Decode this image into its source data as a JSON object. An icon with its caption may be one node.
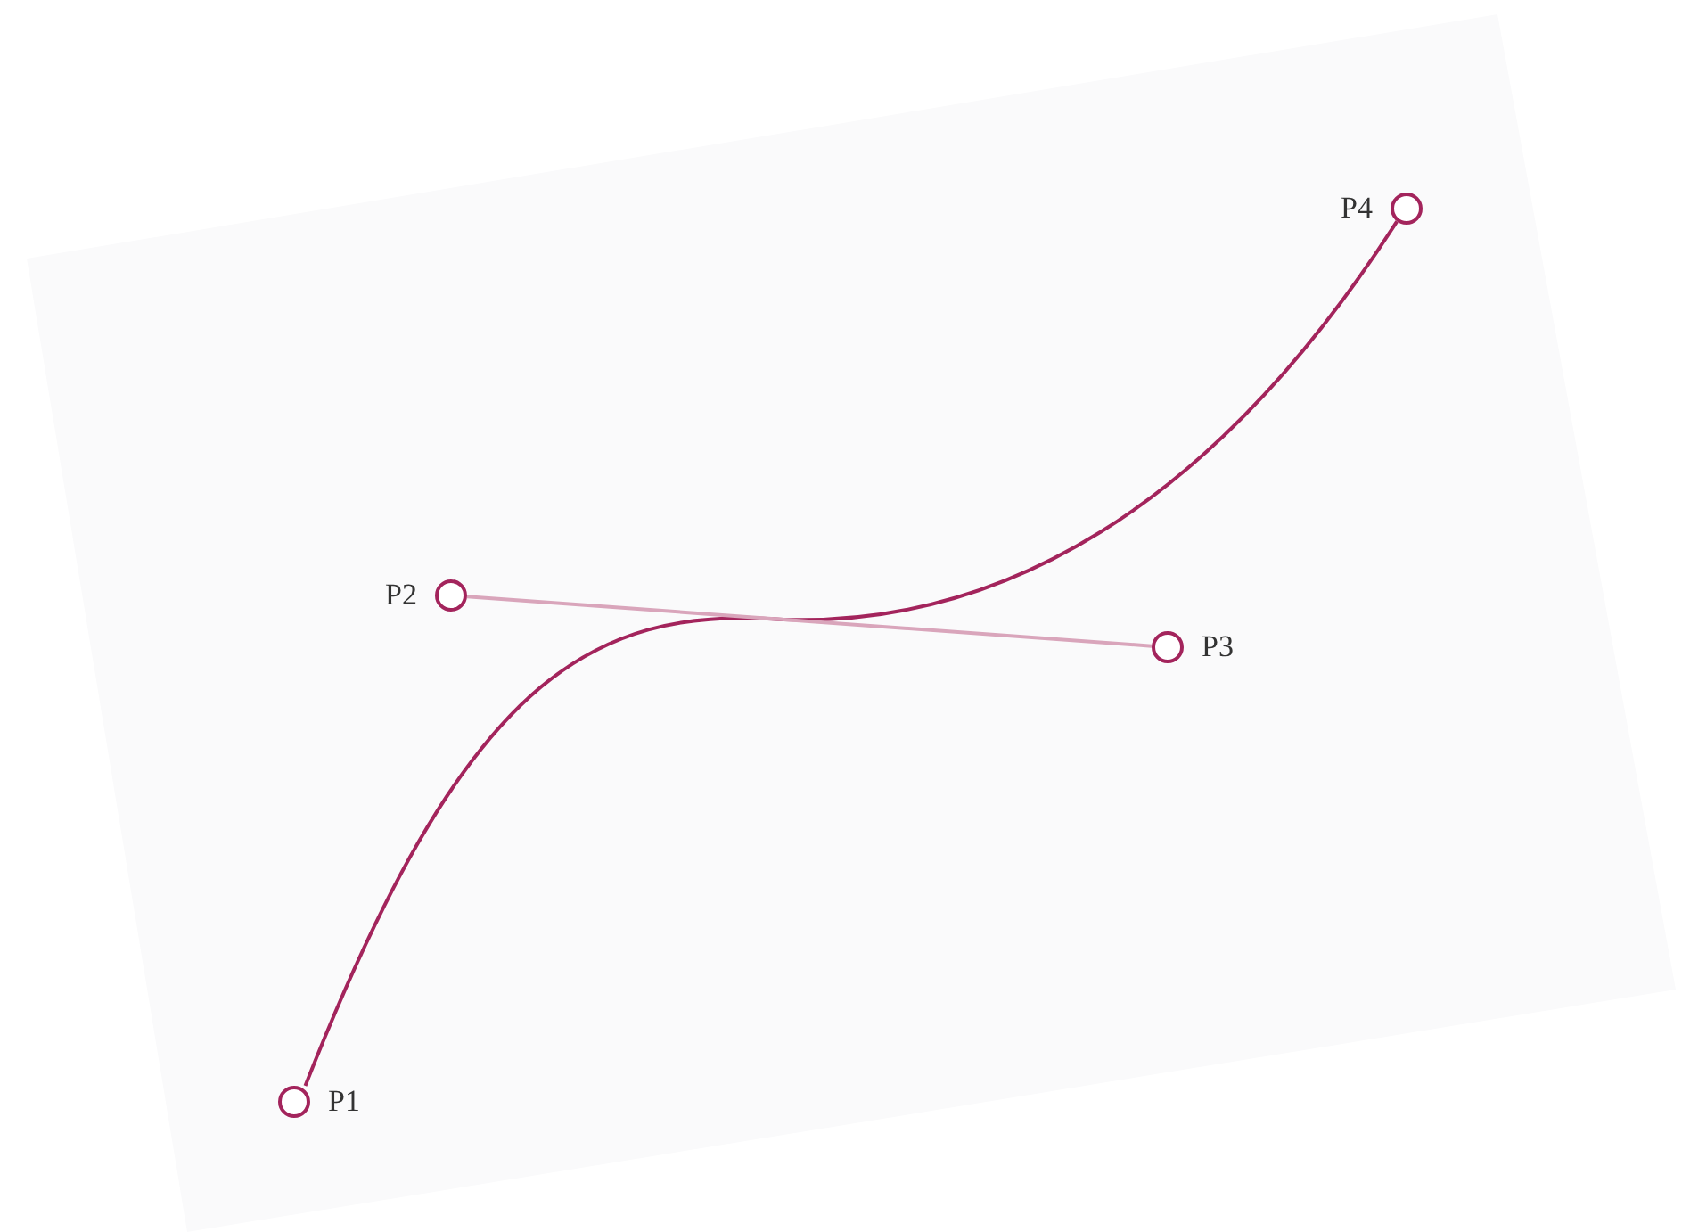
{
  "diagram": {
    "nodes": [
      {
        "text": [],
        "shape": "circle",
        "beside": [
          "P1"
        ]
      },
      {
        "text": [],
        "shape": "circle",
        "beside": [
          "P2"
        ]
      },
      {
        "text": [],
        "shape": "circle",
        "beside": [
          "P3"
        ]
      },
      {
        "text": [],
        "shape": "circle",
        "beside": [
          "P4"
        ]
      }
    ],
    "edges": [
      {
        "from": 0,
        "to": 3,
        "arrow": "none"
      },
      {
        "from": 1,
        "to": 2,
        "arrow": "none",
        "color": "#d9a5bb"
      }
    ]
  }
}
